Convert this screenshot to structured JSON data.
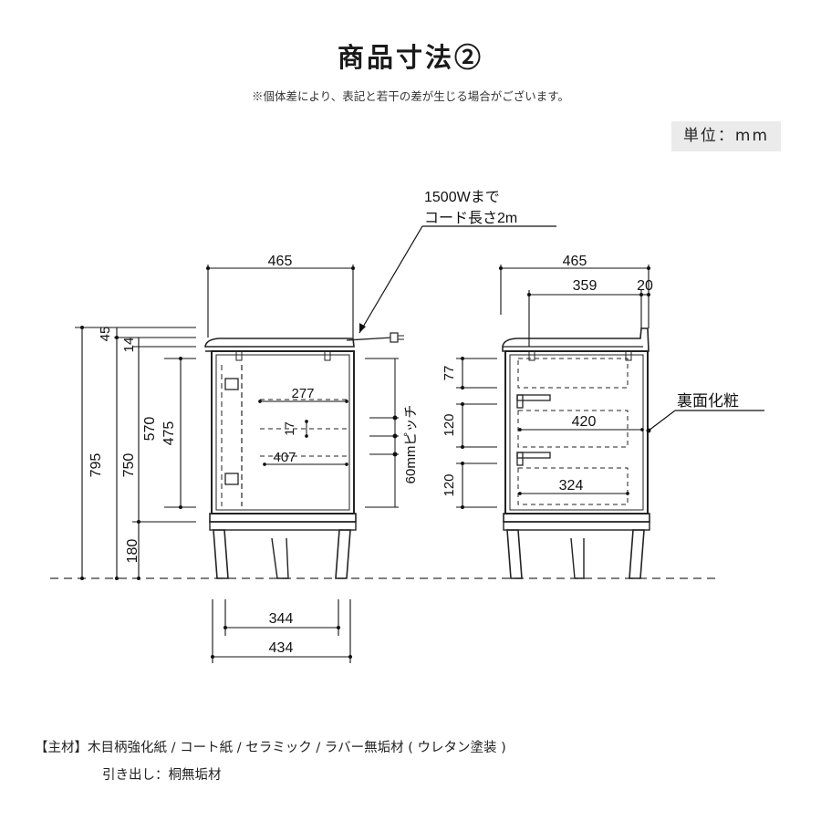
{
  "header": {
    "title": "商品寸法②",
    "note": "※個体差により、表記と若干の差が生じる場合がございます。",
    "unit": "単位：mm"
  },
  "callouts": {
    "cord_line1": "1500Wまで",
    "cord_line2": "コード長さ2m",
    "back_finish": "裏面化粧",
    "pitch": "60mmピッチ"
  },
  "front_view": {
    "width_top": "465",
    "inner_width": "277",
    "inner_depth": "407",
    "slot_gap": "17",
    "base_inner": "344",
    "base_outer": "434"
  },
  "side_view": {
    "width_top": "465",
    "inner_span": "359",
    "edge": "20",
    "drawer_top": "77",
    "drawer_mid": "120",
    "drawer_bot": "120",
    "drawer_width": "420",
    "drawer_width_lower": "324"
  },
  "heights": {
    "total": "795",
    "body": "750",
    "top_gap": "45",
    "top_thickness": "14",
    "cabinet": "570",
    "door": "475",
    "legs": "180"
  },
  "materials": {
    "line1": "【主材】木目柄強化紙 / コート紙 / セラミック / ラバー無垢材 ( ウレタン塗装 )",
    "line2": "引き出し：桐無垢材"
  }
}
